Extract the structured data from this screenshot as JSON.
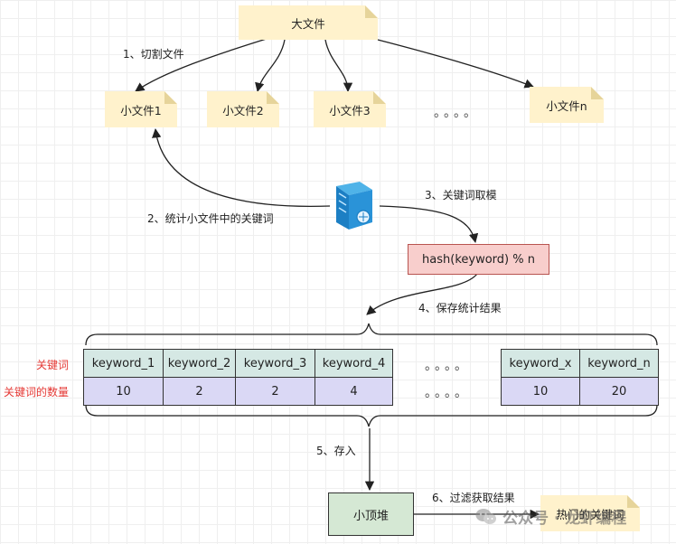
{
  "big_file": "大文件",
  "small_files": [
    "小文件1",
    "小文件2",
    "小文件3",
    "小文件n"
  ],
  "ellipsis": "。。。。",
  "steps": {
    "s1": "1、切割文件",
    "s2": "2、统计小文件中的关键词",
    "s3": "3、关键词取模",
    "s4": "4、保存统计结果",
    "s5": "5、存入",
    "s6": "6、过滤获取结果"
  },
  "hash_box": "hash(keyword) % n",
  "table": {
    "row_labels": [
      "关键词",
      "关键词的数量"
    ],
    "keywords": [
      "keyword_1",
      "keyword_2",
      "keyword_3",
      "keyword_4",
      "keyword_x",
      "keyword_n"
    ],
    "counts": [
      "10",
      "2",
      "2",
      "4",
      "10",
      "20"
    ]
  },
  "min_heap": "小顶堆",
  "hot_keywords": "热门的关键词",
  "watermark": "公众号 · 龙虾编程",
  "colors": {
    "note": "#fff2cc",
    "hash_fill": "#f8cecc",
    "heap_fill": "#d5e8d4",
    "table_head": "#d5e8e4",
    "table_val": "#dad8f5",
    "row_label": "#e53935"
  }
}
